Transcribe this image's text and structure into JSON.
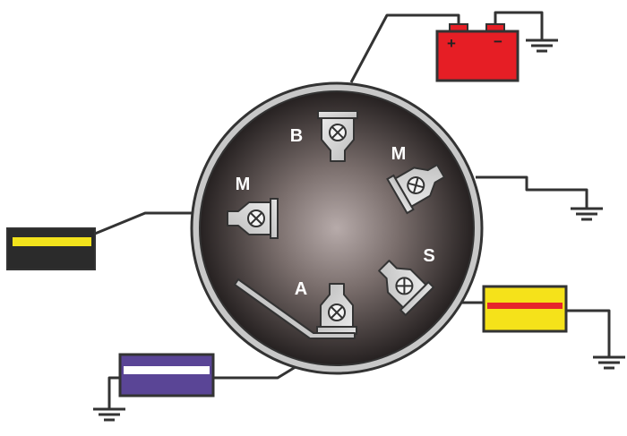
{
  "terminals": {
    "b": "B",
    "m_right": "M",
    "m_left": "M",
    "a": "A",
    "s": "S"
  },
  "battery": {
    "positive": "+",
    "negative": "−"
  },
  "colors": {
    "battery": "#e61e25",
    "switch_body": "#3a3331",
    "switch_rim": "#c8c8c8",
    "lead_black_band": "#2b2b2b",
    "lead_black_stripe": "#f2e21c",
    "lead_yellow_band": "#f5e21a",
    "lead_yellow_stripe": "#e6262b",
    "lead_purple_band": "#5a4596",
    "lead_purple_stripe": "#ffffff"
  }
}
